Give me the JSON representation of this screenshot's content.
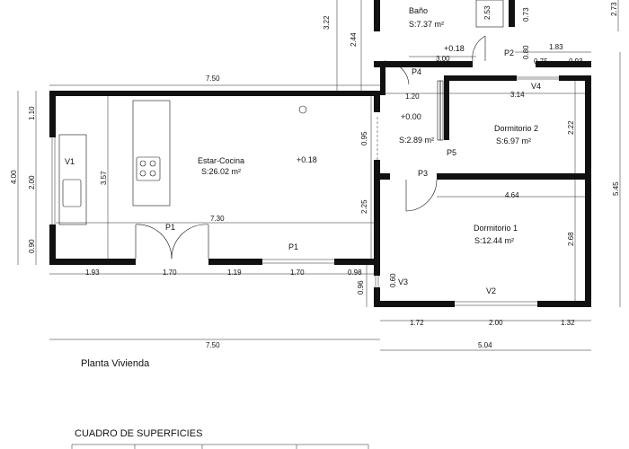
{
  "plan_title": "Planta Vivienda",
  "table_title": "CUADRO DE SUPERFICIES",
  "rooms": {
    "estar_name": "Estar-Cocina",
    "estar_area": "S:26.02 m²",
    "estar_level": "+0.18",
    "bano_name": "Baño",
    "bano_area": "S:7.37 m²",
    "bano_level": "+0.18",
    "hall_level": "+0.00",
    "hall_area": "S:2.89 m²",
    "dorm2_name": "Dormitorio 2",
    "dorm2_area": "S:6.97 m²",
    "dorm1_name": "Dormitorio 1",
    "dorm1_area": "S:12.44 m²"
  },
  "openings": {
    "p1_a": "P1",
    "p1_b": "P1",
    "p2": "P2",
    "p3": "P3",
    "p4": "P4",
    "p5": "P5",
    "v1": "V1",
    "v2": "V2",
    "v3": "V3",
    "v4": "V4"
  },
  "dims": {
    "top_750": "7.50",
    "bottom_750": "7.50",
    "bottom_504": "5.04",
    "d193": "1.93",
    "d170a": "1.70",
    "d119": "1.19",
    "d170b": "1.70",
    "d098": "0.98",
    "d172": "1.72",
    "d200b": "2.00",
    "d132": "1.32",
    "d730": "7.30",
    "d464": "4.64",
    "d314": "3.14",
    "d120": "1.20",
    "d300": "3.00",
    "d183": "1.83",
    "d075": "0.75",
    "d093": "0.93",
    "d080": "0.80",
    "d073": "0.73",
    "d253": "2.53",
    "d273": "2.73",
    "d322": "3.22",
    "d244": "2.44",
    "d110": "1.10",
    "d400": "4.00",
    "d200l": "2.00",
    "d357": "3.57",
    "d090": "0.90",
    "d095": "0.95",
    "d225": "2.25",
    "d222": "2.22",
    "d268": "2.68",
    "d545": "5.45",
    "d096": "0.96",
    "d060": "0.60"
  }
}
